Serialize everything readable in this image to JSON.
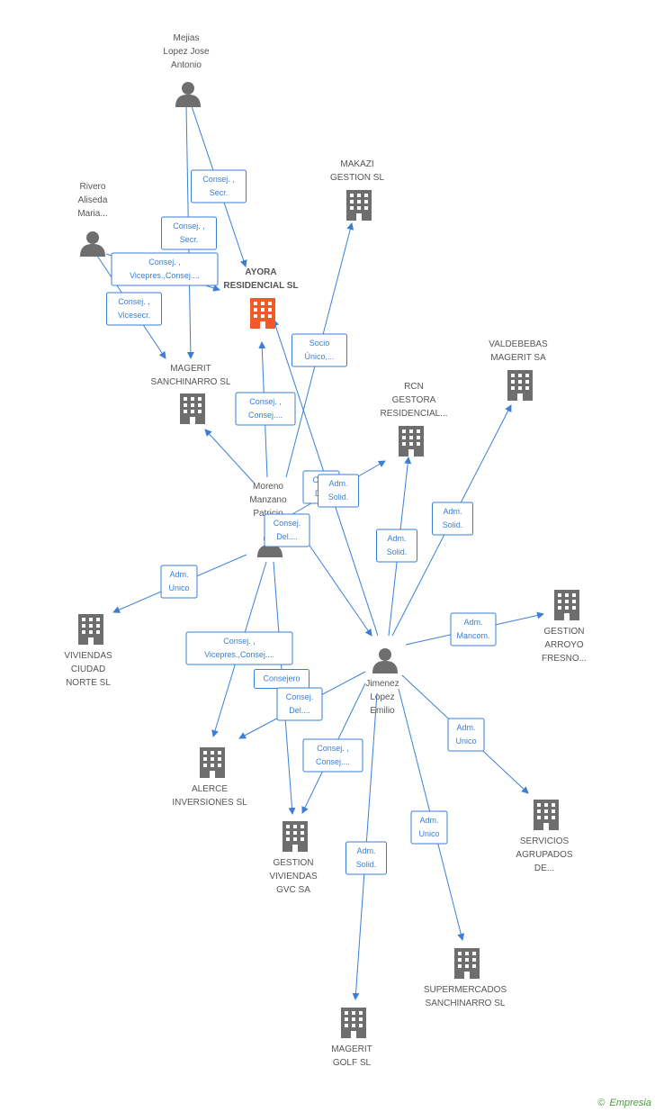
{
  "colors": {
    "edge": "#3a7fd5",
    "company": "#6e6e6e",
    "main_company": "#f05a28",
    "person": "#6e6e6e",
    "label": "#555555"
  },
  "nodes": [
    {
      "id": "mejias",
      "kind": "person",
      "label": [
        "Mejias",
        "Lopez Jose",
        "Antonio"
      ]
    },
    {
      "id": "rivero",
      "kind": "person",
      "label": [
        "Rivero",
        "Aliseda",
        "Maria..."
      ]
    },
    {
      "id": "ayora",
      "kind": "company",
      "main": true,
      "label": [
        "AYORA",
        "RESIDENCIAL SL"
      ]
    },
    {
      "id": "makazi",
      "kind": "company",
      "label": [
        "MAKAZI",
        "GESTION SL"
      ]
    },
    {
      "id": "magerit_sanchinarro",
      "kind": "company",
      "label": [
        "MAGERIT",
        "SANCHINARRO SL"
      ]
    },
    {
      "id": "valdebebas",
      "kind": "company",
      "label": [
        "VALDEBEBAS",
        "MAGERIT SA"
      ]
    },
    {
      "id": "rcn",
      "kind": "company",
      "label": [
        "RCN",
        "GESTORA",
        "RESIDENCIAL..."
      ]
    },
    {
      "id": "moreno",
      "kind": "person",
      "label": [
        "Moreno",
        "Manzano",
        "Patricio"
      ]
    },
    {
      "id": "viviendas_ciudad",
      "kind": "company",
      "label": [
        "VIVIENDAS",
        "CIUDAD",
        "NORTE  SL"
      ]
    },
    {
      "id": "gestion_arroyo",
      "kind": "company",
      "label": [
        "GESTION",
        "ARROYO",
        "FRESNO..."
      ]
    },
    {
      "id": "jimenez",
      "kind": "person",
      "label": [
        "Jimenez",
        "Lopez",
        "Emilio"
      ]
    },
    {
      "id": "alerce",
      "kind": "company",
      "label": [
        "ALERCE",
        "INVERSIONES SL"
      ]
    },
    {
      "id": "servicios",
      "kind": "company",
      "label": [
        "SERVICIOS",
        "AGRUPADOS",
        "DE..."
      ]
    },
    {
      "id": "gestion_viviendas",
      "kind": "company",
      "label": [
        "GESTION",
        "VIVIENDAS",
        "GVC SA"
      ]
    },
    {
      "id": "supermercados",
      "kind": "company",
      "label": [
        "SUPERMERCADOS",
        "SANCHINARRO SL"
      ]
    },
    {
      "id": "magerit_golf",
      "kind": "company",
      "label": [
        "MAGERIT",
        "GOLF SL"
      ]
    }
  ],
  "edges": [
    {
      "from": "mejias",
      "to": "ayora",
      "label": [
        "Consej. ,",
        "Secr."
      ]
    },
    {
      "from": "mejias",
      "to": "magerit_sanchinarro",
      "label": [
        "Consej. ,",
        "Secr."
      ]
    },
    {
      "from": "rivero",
      "to": "ayora",
      "label": [
        "Consej. ,",
        "Vicepres.,Consej...."
      ]
    },
    {
      "from": "rivero",
      "to": "magerit_sanchinarro",
      "label": [
        "Consej. ,",
        "Vicesecr."
      ]
    },
    {
      "from": "moreno",
      "to": "makazi",
      "label": [
        "Socio",
        "Único,..."
      ]
    },
    {
      "from": "moreno",
      "to": "ayora",
      "label": [
        "Consej. ,",
        "Consej...."
      ]
    },
    {
      "from": "moreno",
      "to": "magerit_sanchinarro",
      "label": []
    },
    {
      "from": "moreno",
      "to": "rcn",
      "label": [
        "Co...",
        "D..."
      ]
    },
    {
      "from": "moreno",
      "to": "viviendas_ciudad",
      "label": [
        "Adm.",
        "Unico"
      ]
    },
    {
      "from": "moreno",
      "to": "alerce",
      "label": [
        "Consej. ,",
        "Vicepres.,Consej...."
      ]
    },
    {
      "from": "moreno",
      "to": "gestion_viviendas",
      "label": [
        "Consejero"
      ]
    },
    {
      "from": "moreno",
      "to": "jimenez",
      "label": [
        "Consej.",
        "Del...."
      ]
    },
    {
      "from": "jimenez",
      "to": "ayora",
      "label": [
        "Adm.",
        "Solid."
      ]
    },
    {
      "from": "jimenez",
      "to": "rcn",
      "label": [
        "Adm.",
        "Solid."
      ]
    },
    {
      "from": "jimenez",
      "to": "valdebebas",
      "label": [
        "Adm.",
        "Solid."
      ]
    },
    {
      "from": "jimenez",
      "to": "gestion_arroyo",
      "label": [
        "Adm.",
        "Mancom."
      ]
    },
    {
      "from": "jimenez",
      "to": "alerce",
      "label": [
        "Consej.",
        "Del...."
      ]
    },
    {
      "from": "jimenez",
      "to": "gestion_viviendas",
      "label": [
        "Consej. ,",
        "Consej...."
      ]
    },
    {
      "from": "jimenez",
      "to": "servicios",
      "label": [
        "Adm.",
        "Unico"
      ]
    },
    {
      "from": "jimenez",
      "to": "supermercados",
      "label": [
        "Adm.",
        "Unico"
      ]
    },
    {
      "from": "jimenez",
      "to": "magerit_golf",
      "label": [
        "Adm.",
        "Solid."
      ]
    }
  ],
  "credit": {
    "symbol": "©",
    "brand": "Empresia"
  }
}
